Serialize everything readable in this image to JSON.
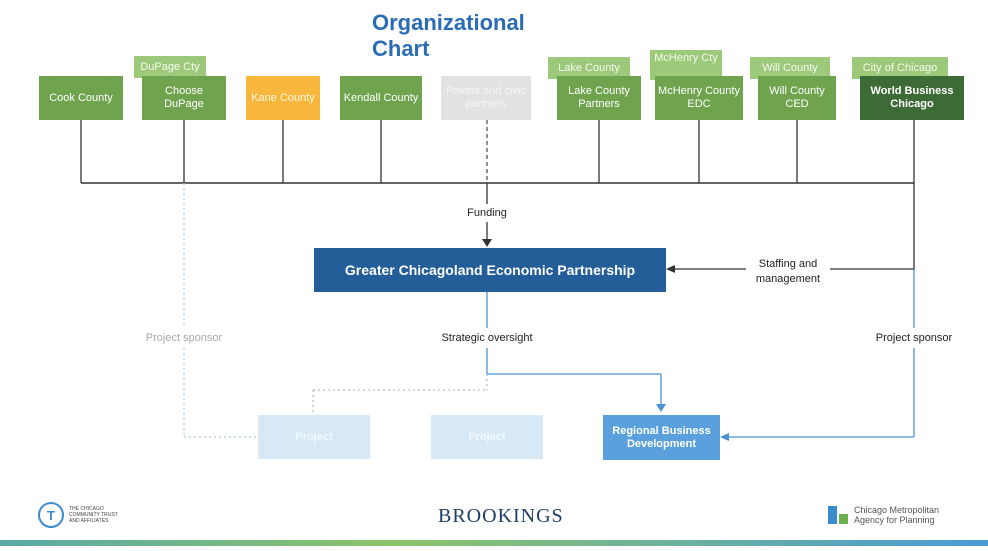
{
  "title": "Organizational Chart",
  "boxes": {
    "cook": "Cook County",
    "dupage_cty": "DuPage Cty",
    "choose_dupage": "Choose DuPage",
    "kane": "Kane County",
    "kendall": "Kendall County",
    "private_civic": "Private and civic partners",
    "lake_county": "Lake County",
    "lake_partners": "Lake County Partners",
    "mchenry_cty": "McHenry Cty",
    "mchenry_edc": "McHenry County EDC",
    "will_county": "Will County",
    "will_ced": "Will County CED",
    "city_chicago": "City of Chicago",
    "wbc": "World Business Chicago",
    "gcep": "Greater Chicagoland Economic Partnership",
    "project1": "Project",
    "project2": "Project",
    "rbd": "Regional Business Development"
  },
  "labels": {
    "funding": "Funding",
    "staffing": "Staffing and management",
    "strategic": "Strategic oversight",
    "sponsor_left": "Project sponsor",
    "sponsor_right": "Project sponsor"
  },
  "footer": {
    "cct": "THE CHICAGO COMMUNITY TRUST AND AFFILIATES",
    "brookings": "BROOKINGS",
    "cmap": "Chicago Metropolitan Agency for Planning"
  },
  "colors": {
    "accent_blue": "#245e99",
    "title_blue": "#2a6db5",
    "green_dark": "#6fa34e",
    "green_light": "#9dca7a",
    "orange": "#f6b73c",
    "wbc_green": "#3d6b35",
    "rbd_blue": "#5aa0dc"
  }
}
